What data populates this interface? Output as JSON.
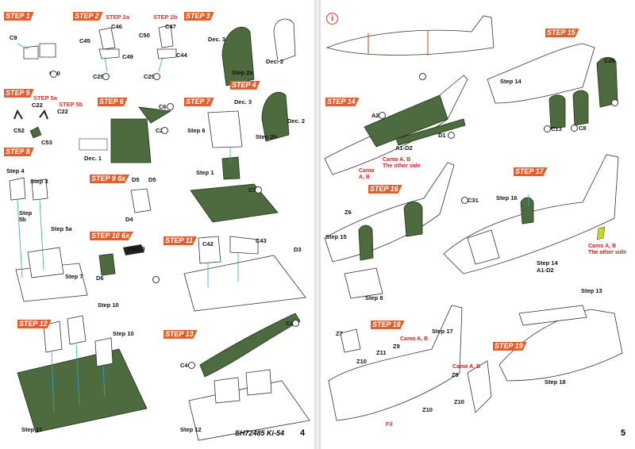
{
  "left_page": {
    "steps": [
      "STEP 1",
      "STEP 2",
      "STEP 2a",
      "STEP 2b",
      "STEP 3",
      "STEP 4",
      "STEP 5",
      "STEP 5a",
      "STEP 5b",
      "STEP 6",
      "STEP 7",
      "STEP 8",
      "STEP 9 6x",
      "STEP 10 6x",
      "STEP 11",
      "STEP 12",
      "STEP 13"
    ],
    "parts": {
      "c9": "C9",
      "c10": "C10",
      "c45": "C45",
      "c46": "C46",
      "c29a": "C29",
      "c49": "C49",
      "c50": "C50",
      "c47": "C47",
      "c29b": "C29",
      "c44": "C44",
      "dec3a": "Dec. 3",
      "dec2a": "Dec. 2",
      "step2a": "Step 2a",
      "dec3b": "Dec. 3",
      "dec2b": "Dec. 2",
      "step2b": "Step 2b",
      "c22a": "C22",
      "c22b": "C22",
      "c52": "C52",
      "c53": "C53",
      "c6": "C6",
      "c25": "C25",
      "dec1": "Dec. 1",
      "step6": "Step 6",
      "step1": "Step 1",
      "c7": "C7",
      "step4": "Step 4",
      "step3": "Step 3",
      "step5b": "Step 5b",
      "step5a": "Step 5a",
      "step7": "Step 7",
      "d5a": "D5",
      "d5b": "D5",
      "d4": "D4",
      "step9": "Step 9",
      "d6": "D6",
      "c42": "C42",
      "c43": "C43",
      "d3": "D3",
      "step10a": "Step 10",
      "step10b": "Step 10",
      "step11": "Step 11",
      "c41": "C41",
      "c40": "C40",
      "step12": "Step 12"
    },
    "footer": "SH72485 Ki-54",
    "page_number": "4"
  },
  "right_page": {
    "steps": [
      "STEP 14",
      "STEP 15",
      "STEP 16",
      "STEP 17",
      "STEP 18",
      "STEP 19"
    ],
    "parts": {
      "a2": "A2",
      "a1d2": "A1-D2",
      "d1": "D1",
      "step14a": "Step 14",
      "c28": "C28",
      "c13": "C13",
      "c8": "C8",
      "c31": "C31",
      "z6": "Z6",
      "step15": "Step 15",
      "step8": "Step 8",
      "step16": "Step 16",
      "step14b": "Step 14",
      "a1d2b": "A1-D2",
      "z7": "Z7",
      "z11": "Z11",
      "z9a": "Z9",
      "z10a": "Z10",
      "z9b": "Z9",
      "z10b": "Z10",
      "z10c": "Z10",
      "fil": "Fil",
      "step17": "Step 17",
      "step13": "Step 13",
      "step18": "Step 18"
    },
    "camo_notes": [
      "Camo A, B",
      "The other side",
      "Camo A, B",
      "The other side",
      "Camo A, B",
      "Camo A, B"
    ],
    "camo_short": [
      "Camo",
      "A, B"
    ],
    "info_icon": "i",
    "page_number": "5"
  },
  "colors": {
    "step_badge": "#e06030",
    "interior_green": "#4e6b3f",
    "guide_line": "#2aa8d8",
    "note_red": "#e0302a"
  }
}
